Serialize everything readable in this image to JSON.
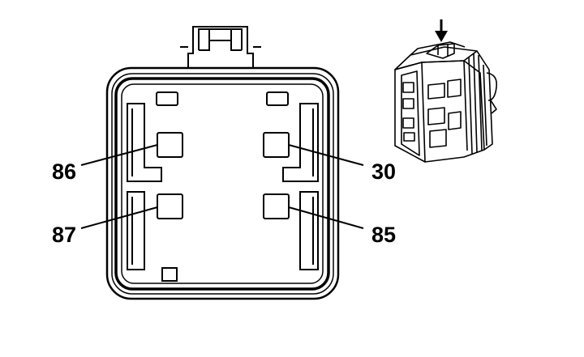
{
  "diagram": {
    "colors": {
      "line": "#000000",
      "background": "#ffffff"
    },
    "terminals": [
      {
        "id": "t86",
        "label": "86"
      },
      {
        "id": "t30",
        "label": "30"
      },
      {
        "id": "t87",
        "label": "87"
      },
      {
        "id": "t85",
        "label": "85"
      }
    ],
    "icons": [
      "down-arrow-icon"
    ]
  }
}
